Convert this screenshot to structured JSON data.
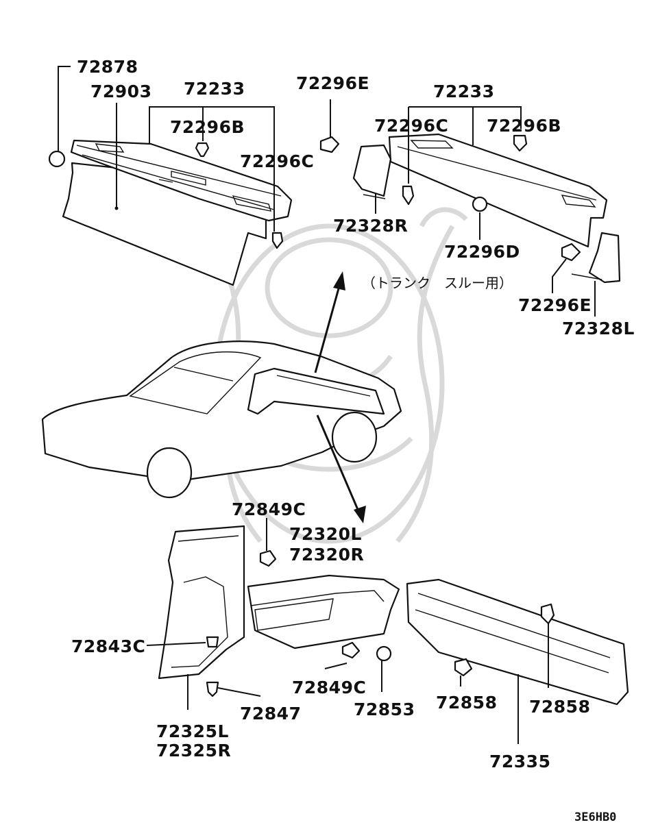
{
  "diagram": {
    "labels": {
      "l72878": "72878",
      "l72903": "72903",
      "l72233a": "72233",
      "l72296Ba": "72296B",
      "l72296Ca": "72296C",
      "l72296Ea": "72296E",
      "l72233b": "72233",
      "l72296Cb": "72296C",
      "l72296Bb": "72296B",
      "l72328R": "72328R",
      "l72296D": "72296D",
      "l72296Eb": "72296E",
      "l72328L": "72328L",
      "l72849Ca": "72849C",
      "l72320L": "72320L",
      "l72320R": "72320R",
      "l72843C": "72843C",
      "l72849Cb": "72849C",
      "l72853": "72853",
      "l72858a": "72858",
      "l72858b": "72858",
      "l72325L": "72325L",
      "l72325R": "72325R",
      "l72847": "72847",
      "l72335": "72335"
    },
    "trunk_through_note": "（トランク　スルー用）",
    "diagram_code": "3E6HB0"
  }
}
